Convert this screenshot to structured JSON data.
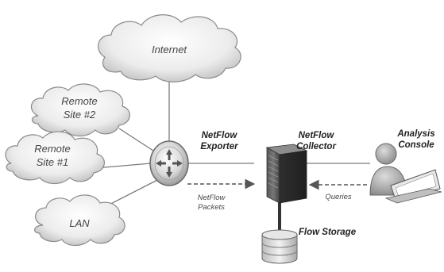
{
  "clouds": {
    "internet": "Internet",
    "remote_site_2": [
      "Remote",
      "Site #2"
    ],
    "remote_site_1": [
      "Remote",
      "Site #1"
    ],
    "lan": "LAN"
  },
  "nodes": {
    "exporter": [
      "NetFlow",
      "Exporter"
    ],
    "collector": [
      "NetFlow",
      "Collector"
    ],
    "console": [
      "Analysis",
      "Console"
    ],
    "storage": "Flow Storage"
  },
  "flows": {
    "packets": [
      "NetFlow",
      "Packets"
    ],
    "queries": "Queries"
  }
}
